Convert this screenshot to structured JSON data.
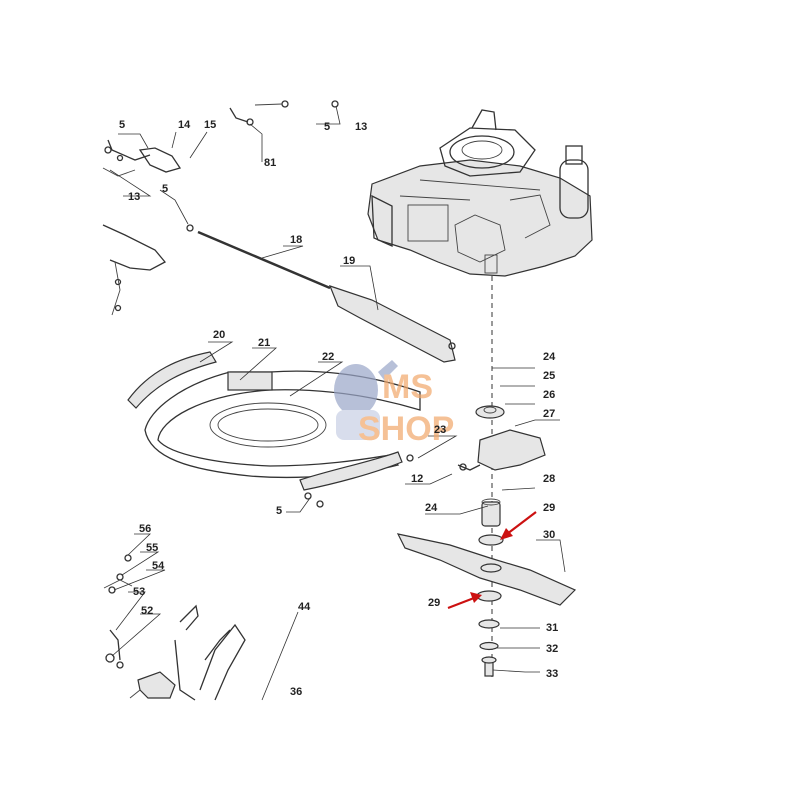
{
  "labels": {
    "p5a": "5",
    "p14": "14",
    "p15": "15",
    "p13a": "13",
    "p5b": "5",
    "p81": "81",
    "p5c": "5",
    "p13b": "13",
    "p18": "18",
    "p19": "19",
    "p20": "20",
    "p21": "21",
    "p22": "22",
    "p23": "23",
    "p12": "12",
    "p24a": "24",
    "p25": "25",
    "p26": "26",
    "p27": "27",
    "p28": "28",
    "p24b": "24",
    "p5d": "5",
    "p29a": "29",
    "p30": "30",
    "p29b": "29",
    "p31": "31",
    "p32": "32",
    "p33": "33",
    "p56": "56",
    "p55": "55",
    "p54": "54",
    "p53": "53",
    "p52": "52",
    "p44": "44",
    "p36": "36"
  },
  "watermark": {
    "line1": "MS",
    "line2": "SHOP"
  },
  "colors": {
    "arrow": "#cc1111",
    "watermark": "#f1a76a",
    "watermark_mascot": "#9aa6c8"
  }
}
